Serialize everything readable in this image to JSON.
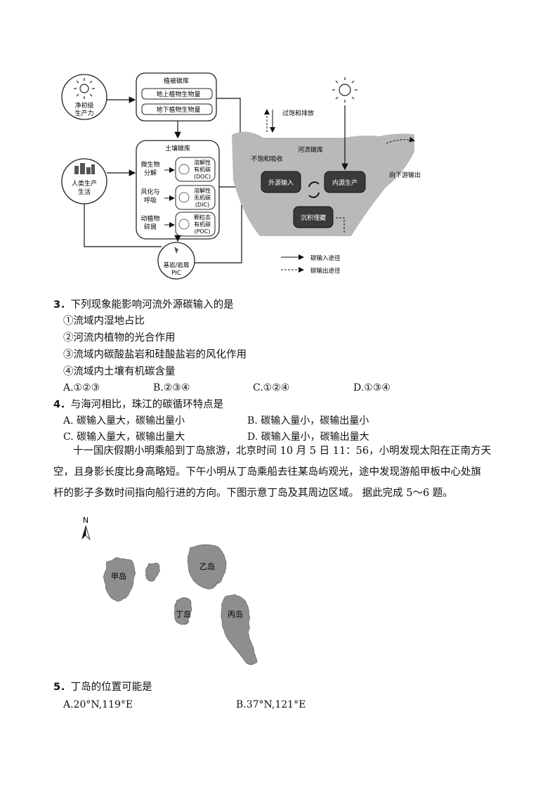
{
  "diagram1": {
    "npp": [
      "净初级",
      "生产力"
    ],
    "vegetation_pool": "植被碳库",
    "above_ground": "地上植物生物量",
    "below_ground": "地下植物生物量",
    "soil_pool": "土壤碳库",
    "micro_decomp": [
      "微生物",
      "分解"
    ],
    "weathering": [
      "风化与",
      "呼吸"
    ],
    "debris": [
      "动植物",
      "碎屑"
    ],
    "doc": [
      "溶解性",
      "有机碳",
      "(DOC)"
    ],
    "dic": [
      "溶解性",
      "无机碳",
      "(DIC)"
    ],
    "poc": [
      "颗粒态",
      "有机碳",
      "(POC)"
    ],
    "human": [
      "人类生产",
      "生活"
    ],
    "bedrock": [
      "基岩/岩屑",
      "PIC"
    ],
    "supersat": "过饱和排放",
    "unsat": "不饱和吸收",
    "river_pool": "河流碳库",
    "external_input": "外源输入",
    "internal_prod": "内源生产",
    "sediment": "沉积埋藏",
    "downstream": "向下游输出",
    "legend_in": "碳输入途径",
    "legend_out": "碳输出途径"
  },
  "q3": {
    "num": "3．",
    "stem": "下列现象能影响河流外源碳输入的是",
    "items": [
      "①流域内湿地占比",
      "②河流内植物的光合作用",
      "③流域内碳酸盐岩和硅酸盐岩的风化作用",
      "④流域内土壤有机碳含量"
    ],
    "options": [
      "A.①②③",
      "B.②③④",
      "C.①②④",
      "D.①③④"
    ]
  },
  "q4": {
    "num": "4．",
    "stem": "与海河相比，珠江的碳循环特点是",
    "options": [
      "A. 碳输入量大，碳输出量小",
      "B. 碳输入量小，碳输出量小",
      "C. 碳输入量大，碳输出量大",
      "D. 碳输入量小，碳输出量大"
    ]
  },
  "passage": [
    "十一国庆假期小明乘船到丁岛旅游，北京时间 10 月 5 日 11：56，小明发现太阳在正南方天",
    "空，且身影长度比身高略短。下午小明从丁岛乘船去往某岛屿观光，途中发现游船甲板中心处旗",
    "杆的影子多数时间指向船行进的方向。下图示意丁岛及其周边区域。 据此完成 5～6 题。"
  ],
  "map": {
    "north": "N",
    "jia": "甲岛",
    "yi": "乙岛",
    "bing": "丙岛",
    "ding": "丁岛"
  },
  "q5": {
    "num": "5．",
    "stem": "丁岛的位置可能是",
    "options": [
      "A.20°N,119°E",
      "B.37°N,121°E"
    ]
  }
}
